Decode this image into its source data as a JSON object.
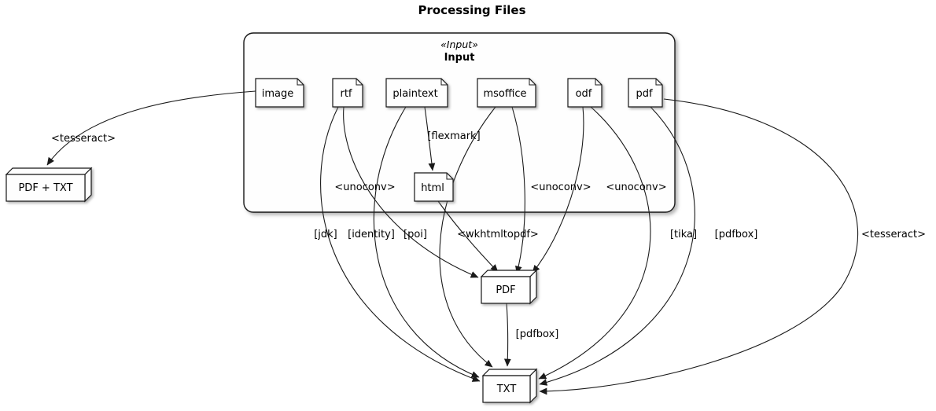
{
  "title": "Processing Files",
  "container": {
    "stereotype": "«Input»",
    "name": "Input"
  },
  "nodes": {
    "image": "image",
    "rtf": "rtf",
    "plaintext": "plaintext",
    "msoffice": "msoffice",
    "odf": "odf",
    "pdf": "pdf",
    "html": "html",
    "pdf_plus_txt": "PDF + TXT",
    "pdf_out": "PDF",
    "txt_out": "TXT"
  },
  "edges": {
    "image_pdftxt": "<tesseract>",
    "rtf_pdf": "<unoconv>",
    "rtf_txt": "[jdk]",
    "plaintext_html": "[flexmark]",
    "plaintext_txt": "[identity]",
    "msoffice_pdf": "<unoconv>",
    "msoffice_txt": "[poi]",
    "html_pdf": "<wkhtmltopdf>",
    "odf_pdf": "<unoconv>",
    "odf_txt": "[tika]",
    "pdf_txt_pdfbox": "[pdfbox]",
    "pdf_txt_tesseract": "<tesseract>",
    "PDF_TXT": "[pdfbox]"
  }
}
